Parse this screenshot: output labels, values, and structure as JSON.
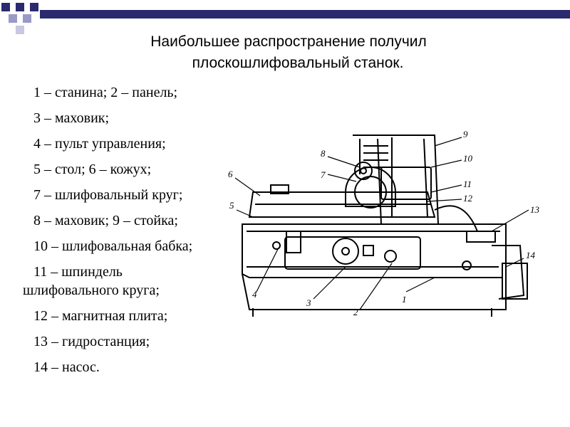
{
  "slide": {
    "title_line1": "Наибольшее распространение получил",
    "title_line2": "плоскошлифовальный станок."
  },
  "legend": [
    "1 – станина; 2 – панель;",
    "3 – маховик;",
    "4 – пульт управления;",
    "5 – стол; 6 – кожух;",
    "7 – шлифовальный круг;",
    "8 – маховик; 9 – стойка;",
    "10 – шлифовальная бабка;",
    "11 – шпиндель",
    "шлифовального круга;",
    "12 – магнитная плита;",
    "13 – гидростанция;",
    "14 – насос."
  ],
  "callouts": [
    "1",
    "2",
    "3",
    "4",
    "5",
    "6",
    "7",
    "8",
    "9",
    "10",
    "11",
    "12",
    "13",
    "14"
  ],
  "colors": {
    "header_bar": "#2a2a6e",
    "corner_squares": "#2a2a6e"
  }
}
